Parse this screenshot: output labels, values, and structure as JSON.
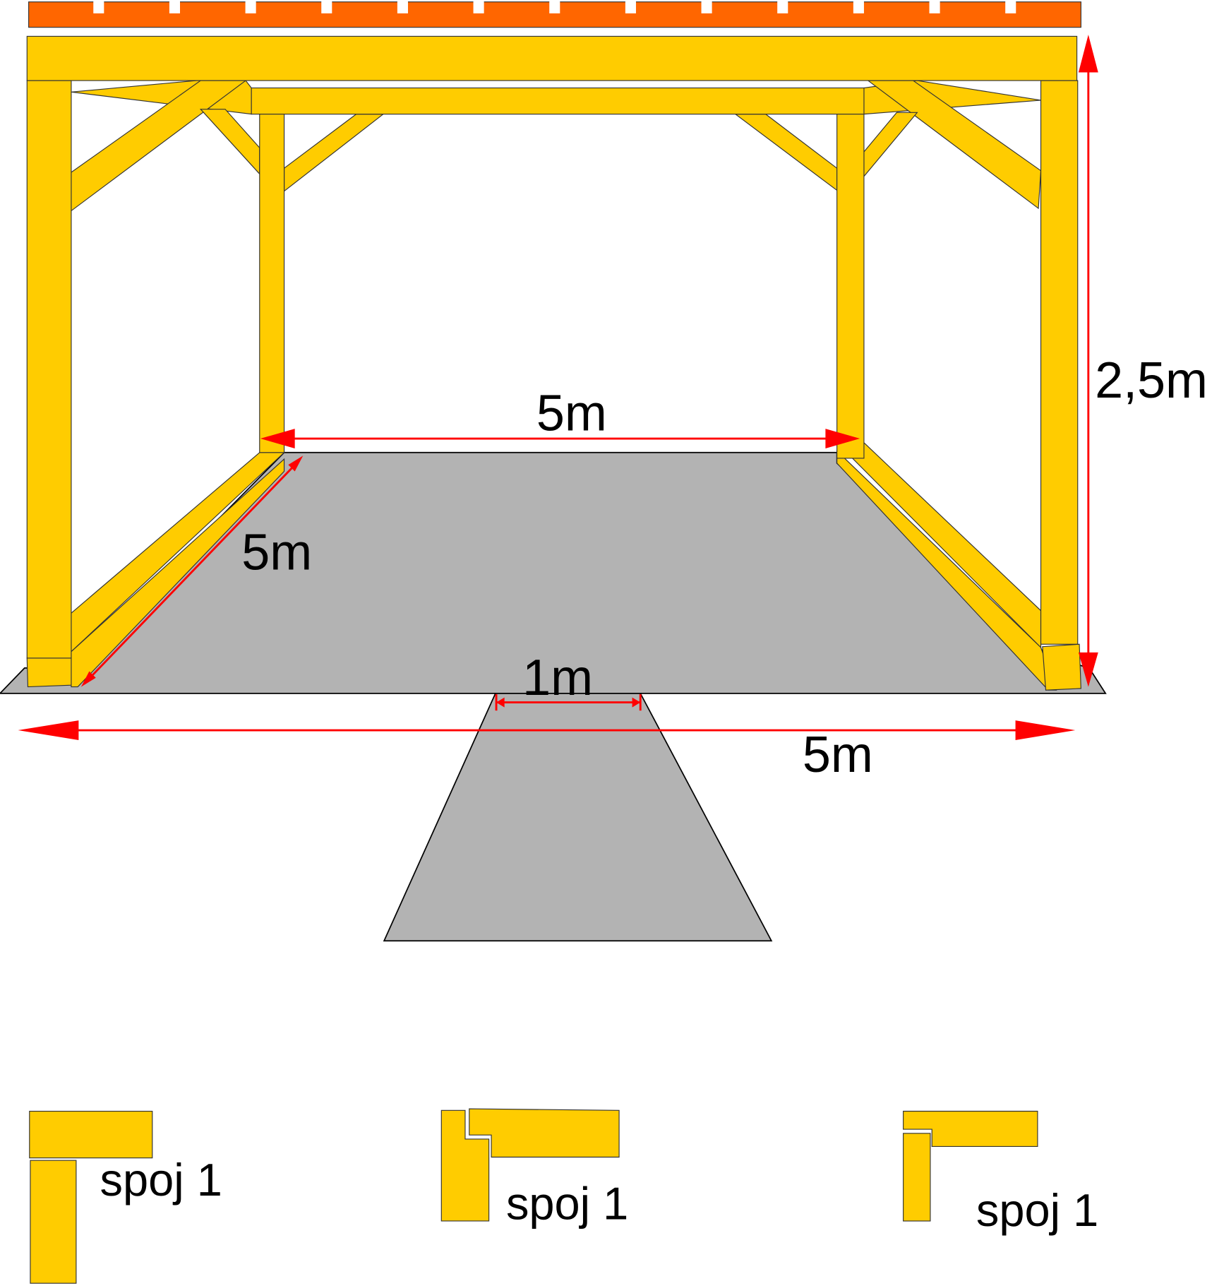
{
  "diagram": {
    "dimensions": {
      "height": "2,5m",
      "inner_width": "5m",
      "depth": "5m",
      "entrance_width": "1m",
      "front_width": "5m"
    },
    "joints": [
      {
        "label": "spoj 1"
      },
      {
        "label": "spoj 1"
      },
      {
        "label": "spoj 1"
      }
    ],
    "colors": {
      "wood": "#FFCC00",
      "roof": "#FF6600",
      "floor": "#B3B3B3",
      "dimension": "#FF0000"
    }
  }
}
